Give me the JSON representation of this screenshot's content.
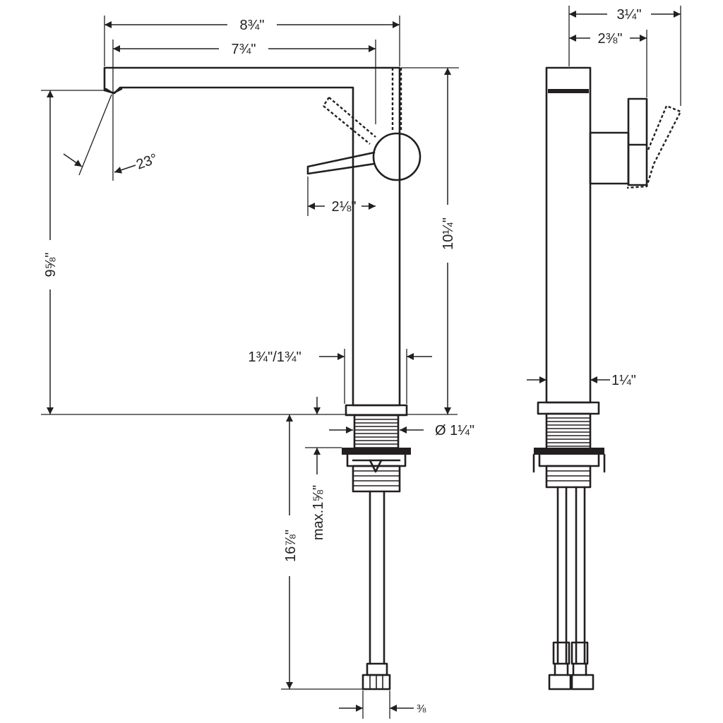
{
  "dimensions": {
    "spout_overall": "8¾\"",
    "spout_reach": "7¾\"",
    "spout_angle": "23°",
    "handle_reach": "2⅛\"",
    "spout_height": "9⅝\"",
    "overall_height": "10¼\"",
    "body_width": "1¾\"/1¾\"",
    "shank_diameter": "Ø 1¼\"",
    "deck_thickness": "max.1⅝\"",
    "supply_length": "16⅞\"",
    "supply_connector": "⅜",
    "side_depth": "3¼\"",
    "side_handle_depth": "2⅜\"",
    "side_body_width": "1¼\""
  }
}
